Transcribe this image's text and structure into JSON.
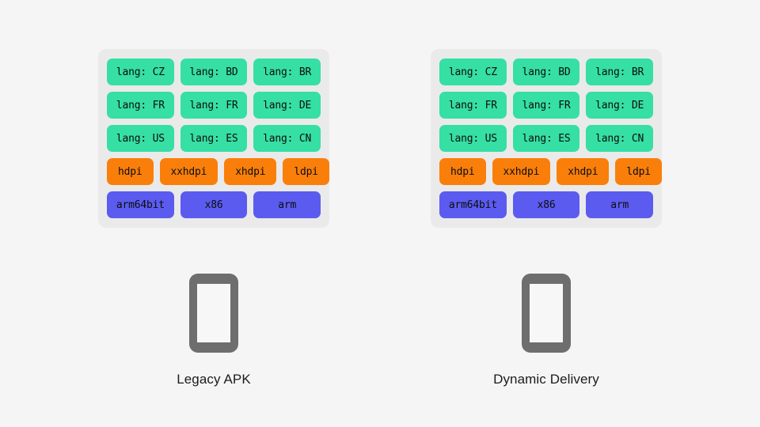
{
  "page": {
    "background_color": "#f5f5f5"
  },
  "colors": {
    "panel_background": "#eaeaea",
    "language_chip": "#36dfa4",
    "density_chip": "#f97f0a",
    "abi_chip": "#5b5bf0",
    "phone_body": "#6e6e6e",
    "phone_screen": "#f7f7f7",
    "text": "#1b1b1b"
  },
  "columns": [
    {
      "id": "legacy-apk",
      "device_label": "Legacy APK",
      "panel": {
        "rows": [
          {
            "kind": "language",
            "chips": [
              "lang: CZ",
              "lang: BD",
              "lang: BR"
            ]
          },
          {
            "kind": "language",
            "chips": [
              "lang: FR",
              "lang: FR",
              "lang: DE"
            ]
          },
          {
            "kind": "language",
            "chips": [
              "lang: US",
              "lang: ES",
              "lang: CN"
            ]
          },
          {
            "kind": "density",
            "chips": [
              "hdpi",
              "xxhdpi",
              "xhdpi",
              "ldpi"
            ]
          },
          {
            "kind": "abi",
            "chips": [
              "arm64bit",
              "x86",
              "arm"
            ]
          }
        ]
      }
    },
    {
      "id": "dynamic-delivery",
      "device_label": "Dynamic Delivery",
      "panel": {
        "rows": [
          {
            "kind": "language",
            "chips": [
              "lang: CZ",
              "lang: BD",
              "lang: BR"
            ]
          },
          {
            "kind": "language",
            "chips": [
              "lang: FR",
              "lang: FR",
              "lang: DE"
            ]
          },
          {
            "kind": "language",
            "chips": [
              "lang: US",
              "lang: ES",
              "lang: CN"
            ]
          },
          {
            "kind": "density",
            "chips": [
              "hdpi",
              "xxhdpi",
              "xhdpi",
              "ldpi"
            ]
          },
          {
            "kind": "abi",
            "chips": [
              "arm64bit",
              "x86",
              "arm"
            ]
          }
        ]
      }
    }
  ]
}
